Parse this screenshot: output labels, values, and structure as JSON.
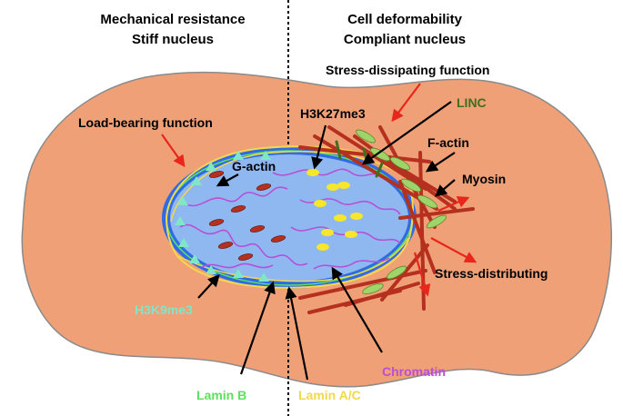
{
  "header": {
    "left_line1": "Mechanical resistance",
    "left_line2": "Stiff nucleus",
    "right_line1": "Cell deformability",
    "right_line2": "Compliant nucleus"
  },
  "labels": {
    "stress_dissipating": "Stress-dissipating function",
    "linc": "LINC",
    "h3k27me3": "H3K27me3",
    "load_bearing": "Load-bearing function",
    "f_actin": "F-actin",
    "g_actin": "G-actin",
    "myosin": "Myosin",
    "stress_distributing": "Stress-distributing",
    "h3k9me3": "H3K9me3",
    "chromatin": "Chromatin",
    "lamin_b": "Lamin B",
    "lamin_ac": "Lamin A/C"
  },
  "colors": {
    "cell": "#f0a077",
    "nucleus_fill": "#8fb8f0",
    "nucleus_rim": "#2f6be6",
    "lamin_b": "#5ee05e",
    "lamin_ac": "#f2d84c",
    "chromatin": "#b84fd8",
    "h3k9me3": "#7fe6c8",
    "linc": "#3f6e1f",
    "actin": "#b5301e",
    "myosin": "#9fd46a",
    "arrow_red": "#e8261c"
  }
}
